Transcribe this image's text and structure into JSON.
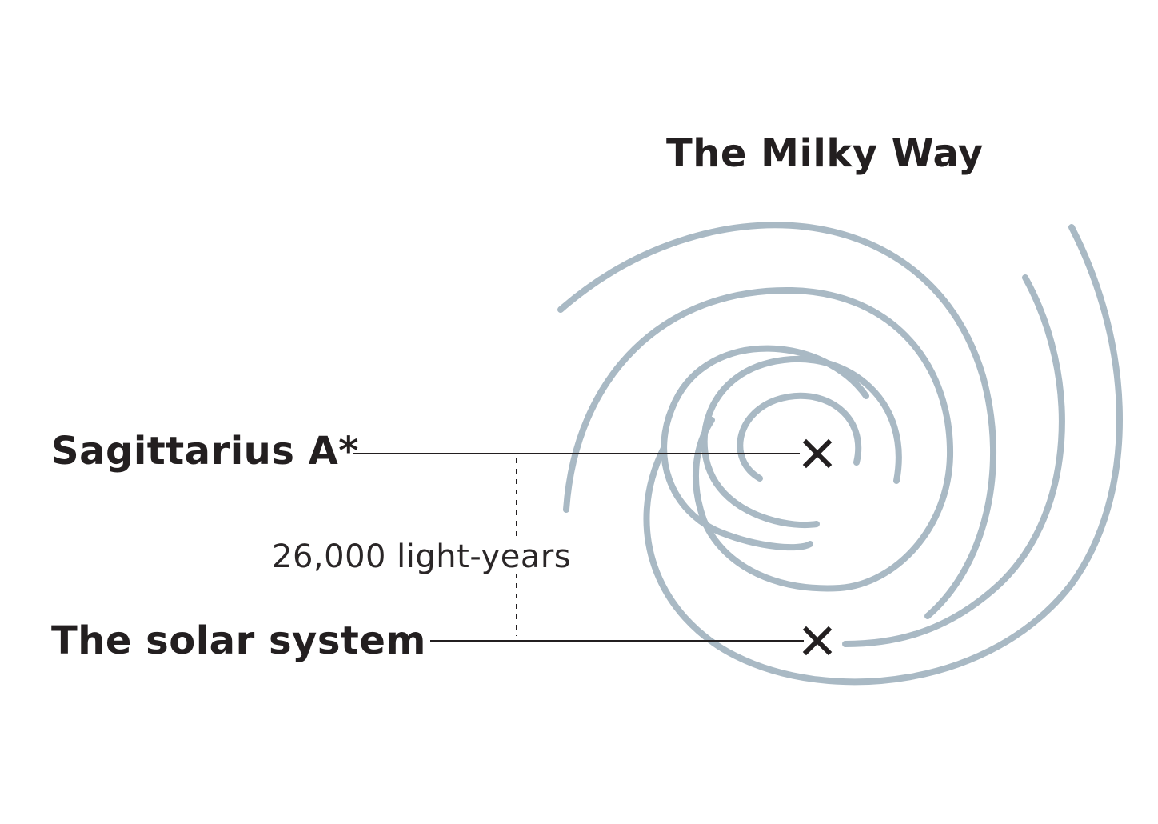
{
  "diagram": {
    "title": "The Milky Way",
    "center_label": "Sagittarius A*",
    "sun_label": "The solar system",
    "distance_label": "26,000 light-years"
  },
  "colors": {
    "text": "#231f20",
    "spiral_arm": "#a9b9c4",
    "leader_line": "#231f20",
    "marker": "#231f20",
    "background": "#ffffff"
  },
  "icons": {
    "center_marker": "cross-icon",
    "sun_marker": "cross-icon"
  }
}
